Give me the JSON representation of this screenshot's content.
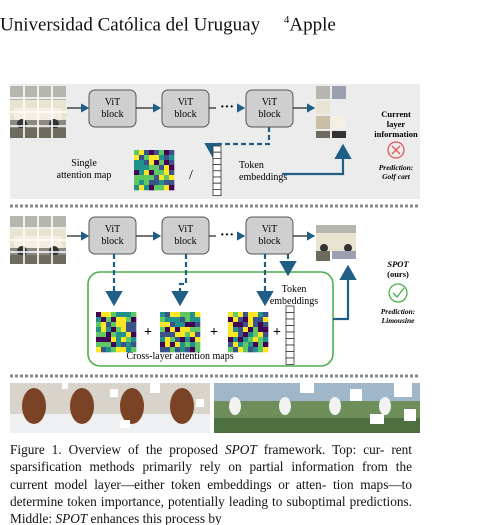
{
  "header": {
    "affiliation_3": "Universidad Católica del Uruguay",
    "affiliation_4_mark": "4",
    "affiliation_4": "Apple"
  },
  "figure": {
    "vit_block_label_1": "ViT",
    "vit_block_label_2": "block",
    "ellipsis": "···",
    "top_panel": {
      "single_attention_map": [
        "Single",
        "attention map"
      ],
      "slash": "/",
      "token_embeddings": [
        "Token",
        "embeddings"
      ],
      "side_label": [
        "Current",
        "layer",
        "information"
      ],
      "prediction": [
        "Prediction:",
        "Golf cart"
      ]
    },
    "middle_panel": {
      "token_embeddings": [
        "Token",
        "embeddings"
      ],
      "plus": "+",
      "cross_layer_label": "Cross-layer attention maps",
      "method": [
        "SPOT",
        "(ours)"
      ],
      "prediction": [
        "Prediction:",
        "Limousine"
      ]
    },
    "colors": {
      "block_fill": "#cfcfcf",
      "arrow_blue": "#1f5f86",
      "green_box": "#4caf50",
      "red_x": "#e05555",
      "viridis": [
        "#440154",
        "#3b528b",
        "#21918c",
        "#5ec962",
        "#fde725"
      ]
    }
  },
  "caption": {
    "figure_label": "Figure 1. Overview of the proposed",
    "method_name": "SPOT",
    "line1_rest": "framework. Top: cur-",
    "line2": "rent sparsification methods primarily rely on partial information",
    "line3": "from the current model layer—either token embeddings or atten-",
    "line4": "tion maps—to determine token importance, potentially leading to",
    "line5_start": "suboptimal predictions. Middle:",
    "line5_end": "enhances this process by"
  }
}
